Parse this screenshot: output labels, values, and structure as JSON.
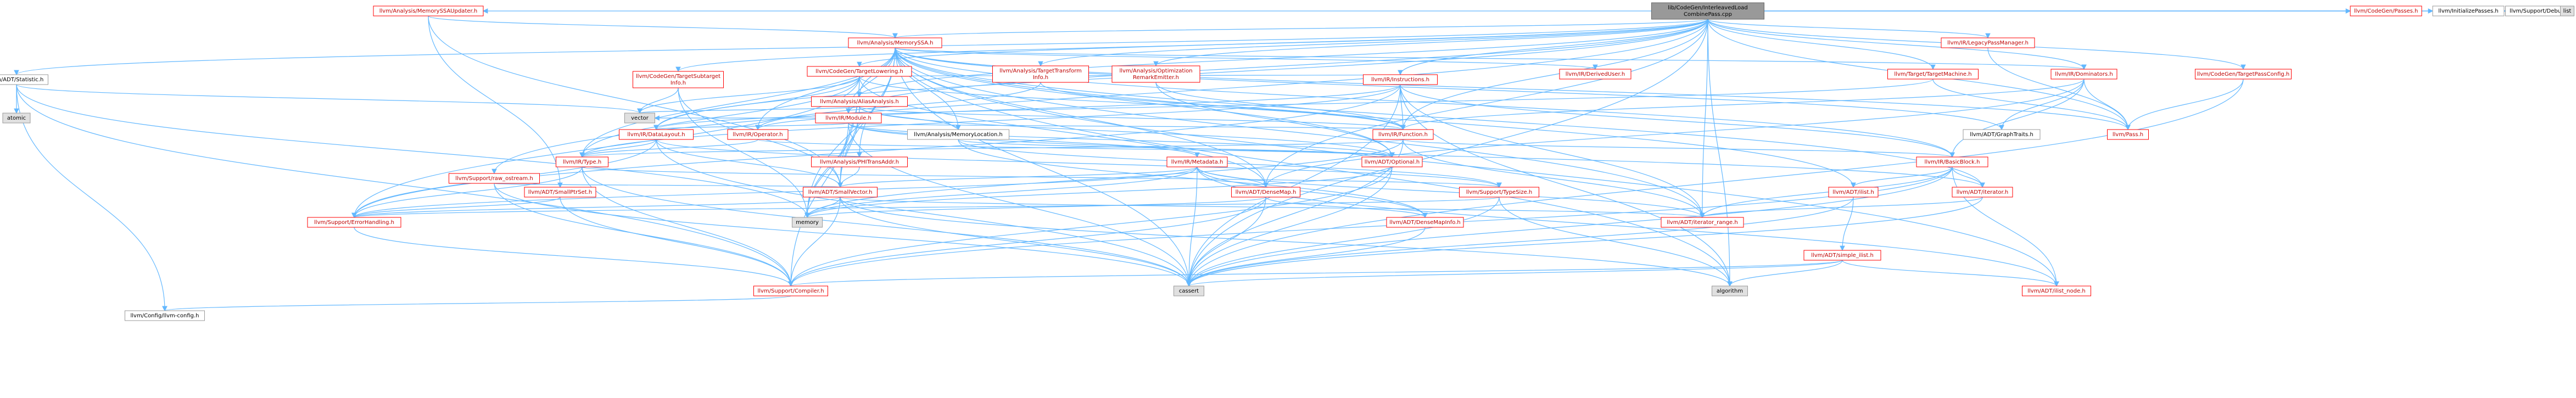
{
  "title": "lib/CodeGen/InterleavedLoadCombinePass.cpp",
  "colors": {
    "root_fill": "#999999",
    "root_stroke": "#666666",
    "linked_stroke": "#ff0000",
    "leaf_stroke": "#999999",
    "leaf_fill": "#e0e0e0",
    "text_linked": "#bf0000",
    "text_plain": "#000000",
    "edge": "#63b8ff",
    "background": "#ffffff"
  },
  "nodes": [
    {
      "id": "root",
      "label": "lib/CodeGen/InterleavedLoad\nCombinePass.cpp",
      "kind": "root"
    },
    {
      "id": "stat",
      "label": "llvm/ADT/Statistic.h",
      "kind": "plain"
    },
    {
      "id": "atomic",
      "label": "atomic",
      "kind": "leaf"
    },
    {
      "id": "mssaupd",
      "label": "llvm/Analysis/MemorySSAUpdater.h",
      "kind": "link"
    },
    {
      "id": "tli",
      "label": "llvm/CodeGen/TargetLowering.h",
      "kind": "link"
    },
    {
      "id": "tsi",
      "label": "llvm/CodeGen/TargetSubtarget\nInfo.h",
      "kind": "link"
    },
    {
      "id": "rawos",
      "label": "llvm/Support/raw_ostream.h",
      "kind": "link"
    },
    {
      "id": "mssa",
      "label": "llvm/Analysis/MemorySSA.h",
      "kind": "link"
    },
    {
      "id": "aa",
      "label": "llvm/Analysis/AliasAnalysis.h",
      "kind": "link"
    },
    {
      "id": "module",
      "label": "llvm/IR/Module.h",
      "kind": "link"
    },
    {
      "id": "tti",
      "label": "llvm/Analysis/TargetTransform\nInfo.h",
      "kind": "link"
    },
    {
      "id": "ore",
      "label": "llvm/Analysis/Optimization\nRemarkEmitter.h",
      "kind": "link"
    },
    {
      "id": "instrs",
      "label": "llvm/IR/Instructions.h",
      "kind": "link"
    },
    {
      "id": "derived",
      "label": "llvm/IR/DerivedUser.h",
      "kind": "link"
    },
    {
      "id": "tm",
      "label": "llvm/Target/TargetMachine.h",
      "kind": "link"
    },
    {
      "id": "dom",
      "label": "llvm/IR/Dominators.h",
      "kind": "link"
    },
    {
      "id": "legacy",
      "label": "llvm/IR/LegacyPassManager.h",
      "kind": "link"
    },
    {
      "id": "tpc",
      "label": "llvm/CodeGen/TargetPassConfig.h",
      "kind": "link"
    },
    {
      "id": "cgp",
      "label": "llvm/CodeGen/Passes.h",
      "kind": "link"
    },
    {
      "id": "initp",
      "label": "llvm/InitializePasses.h",
      "kind": "plain"
    },
    {
      "id": "debug",
      "label": "llvm/Support/Debug.h",
      "kind": "plain"
    },
    {
      "id": "list",
      "label": "list",
      "kind": "leaf"
    },
    {
      "id": "vector",
      "label": "vector",
      "kind": "leaf"
    },
    {
      "id": "dl",
      "label": "llvm/IR/DataLayout.h",
      "kind": "link"
    },
    {
      "id": "operator",
      "label": "llvm/IR/Operator.h",
      "kind": "link"
    },
    {
      "id": "memloc",
      "label": "llvm/Analysis/MemoryLocation.h",
      "kind": "plain"
    },
    {
      "id": "function",
      "label": "llvm/IR/Function.h",
      "kind": "link"
    },
    {
      "id": "graphtraits",
      "label": "llvm/ADT/GraphTraits.h",
      "kind": "plain"
    },
    {
      "id": "pass",
      "label": "llvm/Pass.h",
      "kind": "link"
    },
    {
      "id": "irtype",
      "label": "llvm/IR/Type.h",
      "kind": "link"
    },
    {
      "id": "phitrans",
      "label": "llvm/Analysis/PHITransAddr.h",
      "kind": "link"
    },
    {
      "id": "optional",
      "label": "llvm/ADT/Optional.h",
      "kind": "link"
    },
    {
      "id": "metadata",
      "label": "llvm/IR/Metadata.h",
      "kind": "link"
    },
    {
      "id": "bb",
      "label": "llvm/IR/BasicBlock.h",
      "kind": "link"
    },
    {
      "id": "smallptrset",
      "label": "llvm/ADT/SmallPtrSet.h",
      "kind": "link"
    },
    {
      "id": "smallvec",
      "label": "llvm/ADT/SmallVector.h",
      "kind": "link"
    },
    {
      "id": "densemap",
      "label": "llvm/ADT/DenseMap.h",
      "kind": "link"
    },
    {
      "id": "typesize",
      "label": "llvm/Support/TypeSize.h",
      "kind": "link"
    },
    {
      "id": "ilist",
      "label": "llvm/ADT/ilist.h",
      "kind": "link"
    },
    {
      "id": "iterator",
      "label": "llvm/ADT/iterator.h",
      "kind": "link"
    },
    {
      "id": "errh",
      "label": "llvm/Support/ErrorHandling.h",
      "kind": "link"
    },
    {
      "id": "memory",
      "label": "memory",
      "kind": "leaf"
    },
    {
      "id": "dmi",
      "label": "llvm/ADT/DenseMapInfo.h",
      "kind": "link"
    },
    {
      "id": "iterrange",
      "label": "llvm/ADT/iterator_range.h",
      "kind": "link"
    },
    {
      "id": "simpleilist",
      "label": "llvm/ADT/simple_ilist.h",
      "kind": "link"
    },
    {
      "id": "compiler",
      "label": "llvm/Support/Compiler.h",
      "kind": "link"
    },
    {
      "id": "cassert",
      "label": "cassert",
      "kind": "leaf"
    },
    {
      "id": "algorithm",
      "label": "algorithm",
      "kind": "leaf"
    },
    {
      "id": "ilistnode",
      "label": "llvm/ADT/ilist_node.h",
      "kind": "link"
    },
    {
      "id": "llvmconfig",
      "label": "llvm/Config/llvm-config.h",
      "kind": "plain"
    }
  ],
  "edges": [
    [
      "root",
      "stat"
    ],
    [
      "root",
      "mssaupd"
    ],
    [
      "root",
      "tli"
    ],
    [
      "root",
      "tsi"
    ],
    [
      "root",
      "rawos"
    ],
    [
      "root",
      "mssa"
    ],
    [
      "root",
      "module"
    ],
    [
      "root",
      "tti"
    ],
    [
      "root",
      "ore"
    ],
    [
      "root",
      "instrs"
    ],
    [
      "root",
      "tm"
    ],
    [
      "root",
      "dom"
    ],
    [
      "root",
      "legacy"
    ],
    [
      "root",
      "tpc"
    ],
    [
      "root",
      "cgp"
    ],
    [
      "root",
      "initp"
    ],
    [
      "root",
      "debug"
    ],
    [
      "root",
      "list"
    ],
    [
      "root",
      "function"
    ],
    [
      "root",
      "pass"
    ],
    [
      "root",
      "aa"
    ],
    [
      "root",
      "dl"
    ],
    [
      "root",
      "iterrange"
    ],
    [
      "root",
      "algorithm"
    ],
    [
      "root",
      "cassert"
    ],
    [
      "root",
      "densemap"
    ],
    [
      "stat",
      "atomic"
    ],
    [
      "stat",
      "vector"
    ],
    [
      "stat",
      "compiler"
    ],
    [
      "stat",
      "llvmconfig"
    ],
    [
      "stat",
      "memory"
    ],
    [
      "mssaupd",
      "mssa"
    ],
    [
      "mssaupd",
      "smallvec"
    ],
    [
      "mssaupd",
      "smallptrset"
    ],
    [
      "tli",
      "vector"
    ],
    [
      "tli",
      "dl"
    ],
    [
      "tli",
      "irtype"
    ],
    [
      "tli",
      "instrs"
    ],
    [
      "tli",
      "function"
    ],
    [
      "tli",
      "errh"
    ],
    [
      "tli",
      "densemap"
    ],
    [
      "tli",
      "smallvec"
    ],
    [
      "tli",
      "compiler"
    ],
    [
      "tsi",
      "smallvec"
    ],
    [
      "tsi",
      "vector"
    ],
    [
      "tsi",
      "memory"
    ],
    [
      "rawos",
      "smallvec"
    ],
    [
      "rawos",
      "cassert"
    ],
    [
      "rawos",
      "compiler"
    ],
    [
      "mssa",
      "aa"
    ],
    [
      "mssa",
      "memloc"
    ],
    [
      "mssa",
      "phitrans"
    ],
    [
      "mssa",
      "derived"
    ],
    [
      "mssa",
      "bb"
    ],
    [
      "mssa",
      "dom"
    ],
    [
      "mssa",
      "module"
    ],
    [
      "mssa",
      "operator"
    ],
    [
      "mssa",
      "pass"
    ],
    [
      "mssa",
      "graphtraits"
    ],
    [
      "mssa",
      "iterator"
    ],
    [
      "mssa",
      "ilist"
    ],
    [
      "mssa",
      "densemap"
    ],
    [
      "mssa",
      "smallvec"
    ],
    [
      "mssa",
      "optional"
    ],
    [
      "mssa",
      "iterrange"
    ],
    [
      "mssa",
      "algorithm"
    ],
    [
      "mssa",
      "cassert"
    ],
    [
      "mssa",
      "memory"
    ],
    [
      "mssa",
      "ilistnode"
    ],
    [
      "mssa",
      "irtype"
    ],
    [
      "aa",
      "memloc"
    ],
    [
      "aa",
      "function"
    ],
    [
      "aa",
      "optional"
    ],
    [
      "aa",
      "smallvec"
    ],
    [
      "aa",
      "memory"
    ],
    [
      "aa",
      "vector"
    ],
    [
      "module",
      "dl"
    ],
    [
      "module",
      "function"
    ],
    [
      "module",
      "metadata"
    ],
    [
      "module",
      "memory"
    ],
    [
      "module",
      "vector"
    ],
    [
      "module",
      "cassert"
    ],
    [
      "module",
      "iterator"
    ],
    [
      "module",
      "optional"
    ],
    [
      "tti",
      "operator"
    ],
    [
      "tti",
      "function"
    ],
    [
      "ore",
      "optional"
    ],
    [
      "ore",
      "function"
    ],
    [
      "instrs",
      "bb"
    ],
    [
      "instrs",
      "function"
    ],
    [
      "instrs",
      "operator"
    ],
    [
      "instrs",
      "irtype"
    ],
    [
      "instrs",
      "iterrange"
    ],
    [
      "instrs",
      "cassert"
    ],
    [
      "instrs",
      "algorithm"
    ],
    [
      "instrs",
      "errh"
    ],
    [
      "tm",
      "dl"
    ],
    [
      "tm",
      "pass"
    ],
    [
      "dom",
      "bb"
    ],
    [
      "dom",
      "function"
    ],
    [
      "dom",
      "pass"
    ],
    [
      "dom",
      "graphtraits"
    ],
    [
      "dom",
      "densemap"
    ],
    [
      "legacy",
      "pass"
    ],
    [
      "tpc",
      "pass"
    ],
    [
      "tpc",
      "cassert"
    ],
    [
      "dl",
      "irtype"
    ],
    [
      "dl",
      "smallvec"
    ],
    [
      "dl",
      "errh"
    ],
    [
      "dl",
      "typesize"
    ],
    [
      "dl",
      "cassert"
    ],
    [
      "operator",
      "optional"
    ],
    [
      "operator",
      "irtype"
    ],
    [
      "memloc",
      "optional"
    ],
    [
      "memloc",
      "typesize"
    ],
    [
      "memloc",
      "dmi"
    ],
    [
      "function",
      "bb"
    ],
    [
      "function",
      "irtype"
    ],
    [
      "function",
      "iterrange"
    ],
    [
      "function",
      "cassert"
    ],
    [
      "function",
      "memory"
    ],
    [
      "irtype",
      "typesize"
    ],
    [
      "irtype",
      "errh"
    ],
    [
      "irtype",
      "cassert"
    ],
    [
      "irtype",
      "compiler"
    ],
    [
      "phitrans",
      "smallvec"
    ],
    [
      "optional",
      "compiler"
    ],
    [
      "optional",
      "cassert"
    ],
    [
      "optional",
      "memory"
    ],
    [
      "metadata",
      "densemap"
    ],
    [
      "metadata",
      "smallvec"
    ],
    [
      "metadata",
      "iterrange"
    ],
    [
      "metadata",
      "errh"
    ],
    [
      "metadata",
      "cassert"
    ],
    [
      "metadata",
      "memory"
    ],
    [
      "metadata",
      "ilistnode"
    ],
    [
      "metadata",
      "dmi"
    ],
    [
      "bb",
      "ilist"
    ],
    [
      "bb",
      "iterator"
    ],
    [
      "bb",
      "iterrange"
    ],
    [
      "bb",
      "compiler"
    ],
    [
      "bb",
      "cassert"
    ],
    [
      "bb",
      "ilistnode"
    ],
    [
      "smallptrset",
      "errh"
    ],
    [
      "smallptrset",
      "compiler"
    ],
    [
      "smallvec",
      "compiler"
    ],
    [
      "smallvec",
      "errh"
    ],
    [
      "smallvec",
      "memory"
    ],
    [
      "smallvec",
      "cassert"
    ],
    [
      "smallvec",
      "algorithm"
    ],
    [
      "smallvec",
      "iterrange"
    ],
    [
      "densemap",
      "dmi"
    ],
    [
      "densemap",
      "compiler"
    ],
    [
      "densemap",
      "memory"
    ],
    [
      "densemap",
      "cassert"
    ],
    [
      "typesize",
      "errh"
    ],
    [
      "typesize",
      "cassert"
    ],
    [
      "typesize",
      "algorithm"
    ],
    [
      "ilist",
      "simpleilist"
    ],
    [
      "ilist",
      "cassert"
    ],
    [
      "iterator",
      "iterrange"
    ],
    [
      "iterator",
      "cassert"
    ],
    [
      "errh",
      "compiler"
    ],
    [
      "dmi",
      "cassert"
    ],
    [
      "simpleilist",
      "ilistnode"
    ],
    [
      "simpleilist",
      "compiler"
    ],
    [
      "simpleilist",
      "cassert"
    ],
    [
      "simpleilist",
      "algorithm"
    ],
    [
      "compiler",
      "llvmconfig"
    ]
  ]
}
